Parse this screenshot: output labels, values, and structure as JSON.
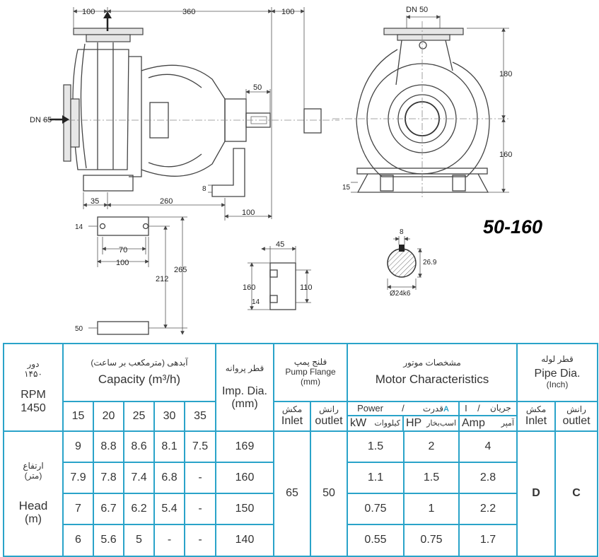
{
  "model": "50-160",
  "dims": {
    "top_100_left": "100",
    "top_360": "360",
    "top_100_right": "100",
    "dn_inlet": "DN 65",
    "d50_shaft": "50",
    "d8_left": "8",
    "d35": "35",
    "d260": "260",
    "d100_bottom": "100",
    "dn_outlet": "DN 50",
    "d180": "180",
    "d160_right": "160",
    "d15": "15",
    "base_14": "14",
    "base_70": "70",
    "base_100": "100",
    "base_212": "212",
    "base_265": "265",
    "base_50": "50",
    "foot_45": "45",
    "foot_160": "160",
    "foot_110": "110",
    "foot_14": "14",
    "key_8": "8",
    "key_269": "26.9",
    "key_dia": "Ø24k6"
  },
  "table": {
    "rpm_fa_label": "دور",
    "rpm_fa_value": "۱۴۵۰",
    "rpm_label": "RPM",
    "rpm_value": "1450",
    "capacity_fa": "آبدهی (مترمکعب بر ساعت)",
    "capacity_en": "Capacity (m³/h)",
    "capacity_cols": [
      "15",
      "20",
      "25",
      "30",
      "35"
    ],
    "imp_fa": "قطر پروانه",
    "imp_en": "Imp. Dia.",
    "imp_unit": "(mm)",
    "flange_fa": "فلنج پمپ",
    "flange_en": "Pump Flange",
    "flange_unit": "(mm)",
    "inlet_fa": "مکش",
    "inlet_en": "Inlet",
    "outlet_fa": "رانش",
    "outlet_en": "outlet",
    "motor_fa": "مشخصات موتور",
    "motor_en": "Motor Characteristics",
    "power_en": "Power",
    "power_fa": "قدرت",
    "power_slash": "/",
    "power_badge": "A",
    "current_en": "I",
    "current_fa": "جریان",
    "current_slash": "/",
    "kw_en": "kW",
    "kw_fa": "کیلووات",
    "hp_en": "HP",
    "hp_fa": "اسب‌بخار",
    "amp_en": "Amp",
    "amp_fa": "آمپر",
    "pipe_fa": "قطر لوله",
    "pipe_en": "Pipe Dia.",
    "pipe_unit": "(Inch)",
    "head_fa": "ارتفاع",
    "head_fa_unit": "(متر)",
    "head_en": "Head",
    "head_unit": "(m)",
    "flange_inlet_value": "65",
    "flange_outlet_value": "50",
    "pipe_inlet_value": "D",
    "pipe_outlet_value": "C",
    "rows": [
      {
        "q": [
          "9",
          "8.8",
          "8.6",
          "8.1",
          "7.5"
        ],
        "imp": "169",
        "kw": "1.5",
        "hp": "2",
        "amp": "4"
      },
      {
        "q": [
          "7.9",
          "7.8",
          "7.4",
          "6.8",
          "-"
        ],
        "imp": "160",
        "kw": "1.1",
        "hp": "1.5",
        "amp": "2.8"
      },
      {
        "q": [
          "7",
          "6.7",
          "6.2",
          "5.4",
          "-"
        ],
        "imp": "150",
        "kw": "0.75",
        "hp": "1",
        "amp": "2.2"
      },
      {
        "q": [
          "6",
          "5.6",
          "5",
          "-",
          "-"
        ],
        "imp": "140",
        "kw": "0.55",
        "hp": "0.75",
        "amp": "1.7"
      }
    ]
  }
}
